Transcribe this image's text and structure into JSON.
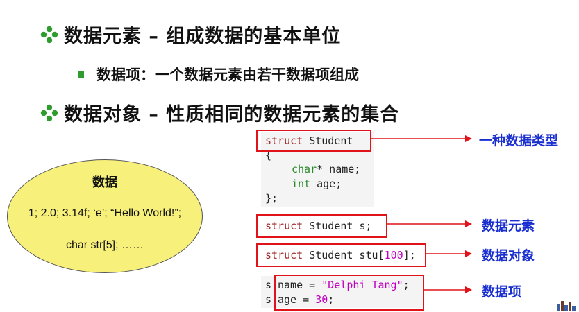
{
  "bullets": {
    "b1": "数据元素 – 组成数据的基本单位",
    "b1_sub": "数据项：一个数据元素由若干数据项组成",
    "b2": "数据对象 – 性质相同的数据元素的集合"
  },
  "ellipse": {
    "title": "数据",
    "line1": "1; 2.0; 3.14f; ‘e’; “Hello World!”;",
    "line2": "char str[5]; ……"
  },
  "code": {
    "struct_kw": "struct",
    "struct_name": " Student",
    "brace_open": "{",
    "field1_type": "char",
    "field1_rest": "* name;",
    "field2_type": "int",
    "field2_rest": " age;",
    "brace_close": "};",
    "decl1_kw": "struct",
    "decl1_rest": " Student s;",
    "decl2_kw": "struct",
    "decl2_mid": " Student stu[",
    "decl2_num": "100",
    "decl2_end": "];",
    "assign1_prefix": "s",
    "assign1_field": "name = ",
    "assign1_value": "\"Delphi Tang\"",
    "assign1_end": ";",
    "assign2_prefix": "s",
    "assign2_field": "age = ",
    "assign2_value": "30",
    "assign2_end": ";"
  },
  "callouts": {
    "type": "一种数据类型",
    "element": "数据元素",
    "object": "数据对象",
    "item": "数据项"
  },
  "colors": {
    "heading_icon": "#2e9d2e",
    "ellipse_fill": "#f7f07a",
    "box_border": "#e0121a",
    "callout_text": "#1a2fd0",
    "keyword": "#a32a2a",
    "type": "#2b8a2b",
    "literal": "#c000c0"
  }
}
